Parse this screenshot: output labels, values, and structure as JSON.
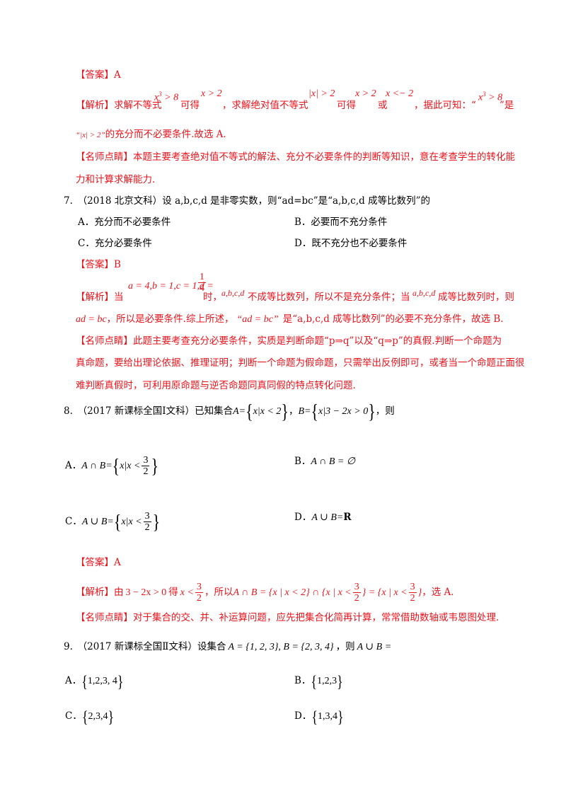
{
  "q6": {
    "answer_label": "【答案】",
    "answer_value": "A",
    "analysis_label": "【解析】",
    "analysis_t1": "求解不等式",
    "m1": "x",
    "m1_sup": "3",
    "m1_rest": "> 8",
    "t2": "可得",
    "m2": "x > 2",
    "t3": "，求解绝对值不等式",
    "m3": "|x| > 2",
    "t4": "可得",
    "m4": "x > 2",
    "t5": "或",
    "m5": "x <− 2",
    "t6": "，据此可知：“",
    "m6": "x",
    "m6_sup": "3",
    "m6_rest": "> 8",
    "t7": "”是",
    "line2_q": "“|x| > 2”",
    "line2_t": "的充分而不必要条件.故选 A.",
    "tip_label": "【名师点睛】",
    "tip_line1": "本题主要考查绝对值不等式的解法、充分不必要条件的判断等知识，意在考查学生的转化能",
    "tip_line2": "力和计算求解能力."
  },
  "q7": {
    "stem": "7.　（2018 北京文科）设 a,b,c,d 是非零实数，则“ad=bc”是“a,b,c,d 成等比数列”的",
    "opt_a": "A．充分而不必要条件",
    "opt_b": "B．必要而不充分条件",
    "opt_c": "C．充分必要条件",
    "opt_d": "D．既不充分也不必要条件",
    "answer_label": "【答案】",
    "answer_value": "B",
    "analysis_label": "【解析】",
    "a_t1": "当",
    "a_m1": "a = 4,b = 1,c = 1,d =",
    "a_frac_num": "1",
    "a_frac_den": "4",
    "a_t2": "时，",
    "a_m2": "a,b,c,d",
    "a_t3": "不成等比数列，所以不是充分条件；当",
    "a_m3": "a,b,c,d",
    "a_t4": "成等比数列时，则",
    "a_line2_m1": "ad = bc",
    "a_line2_t1": "，所以是必要条件.综上所述，",
    "a_line2_m2": "“ad = bc”",
    "a_line2_t2": "是",
    "a_line2_t3": "“a,b,c,d 成等比数列”的必要不充分条件，故选 B.",
    "tip_label": "【名师点睛】",
    "tip_line1": "此题主要考查充分必要条件，实质是判断命题“p⇒q”以及“q⇒p”的真假.判断一个命题为",
    "tip_line2": "真命题，要给出理论依据、推理证明；判断一个命题为假命题，只需举出反例即可，或者当一个命题正面很",
    "tip_line3": "难判断真假时，可利用原命题与逆否命题同真同假的特点转化问题."
  },
  "q8": {
    "stem_t1": "8.　（2017 新课标全国Ⅰ文科）已知集合",
    "stem_m1": "A=",
    "stem_set1": "x|x < 2",
    "stem_t2": "，",
    "stem_m2": "B=",
    "stem_set2": "x|3 − 2x > 0",
    "stem_t3": "，则",
    "opt_a_label": "A．",
    "opt_a_m": "A ∩ B=",
    "opt_a_set": "x|x <",
    "opt_b_label": "B．",
    "opt_b_m": "A ∩ B = ∅",
    "opt_c_label": "C．",
    "opt_c_m": "A ∪ B=",
    "opt_c_set": "x|x <",
    "opt_d_label": "D．",
    "opt_d_m": "A ∪ B=",
    "opt_d_r": "R",
    "frac_num": "3",
    "frac_den": "2",
    "answer_label": "【答案】",
    "answer_value": "A",
    "analysis_label": "【解析】",
    "a_t1": "由",
    "a_m1": "3 − 2x > 0",
    "a_t2": "得",
    "a_m2": "x <",
    "a_t3": "，所以",
    "a_m3": "A ∩ B = {x | x < 2} ∩ {x | x <",
    "a_m4": "} = {x | x <",
    "a_m5": "}",
    "a_t4": "，选 A.",
    "tip_label": "【名师点睛】",
    "tip_line1": "对于集合的交、并、补运算问题，应先把集合化简再计算，常常借助数轴或韦恩图处理."
  },
  "q9": {
    "stem_t1": "9.　（2017 新课标全国Ⅱ文科）设集合",
    "stem_m1": "A = {1, 2, 3}, B = {2, 3, 4}",
    "stem_t2": "，则",
    "stem_m2": "A ∪ B =",
    "opt_a_label": "A．",
    "opt_a_set": "1,2,3, 4",
    "opt_b_label": "B．",
    "opt_b_set": "1,2,3",
    "opt_c_label": "C．",
    "opt_c_set": "2,3,4",
    "opt_d_label": "D．",
    "opt_d_set": "1,3,4"
  }
}
